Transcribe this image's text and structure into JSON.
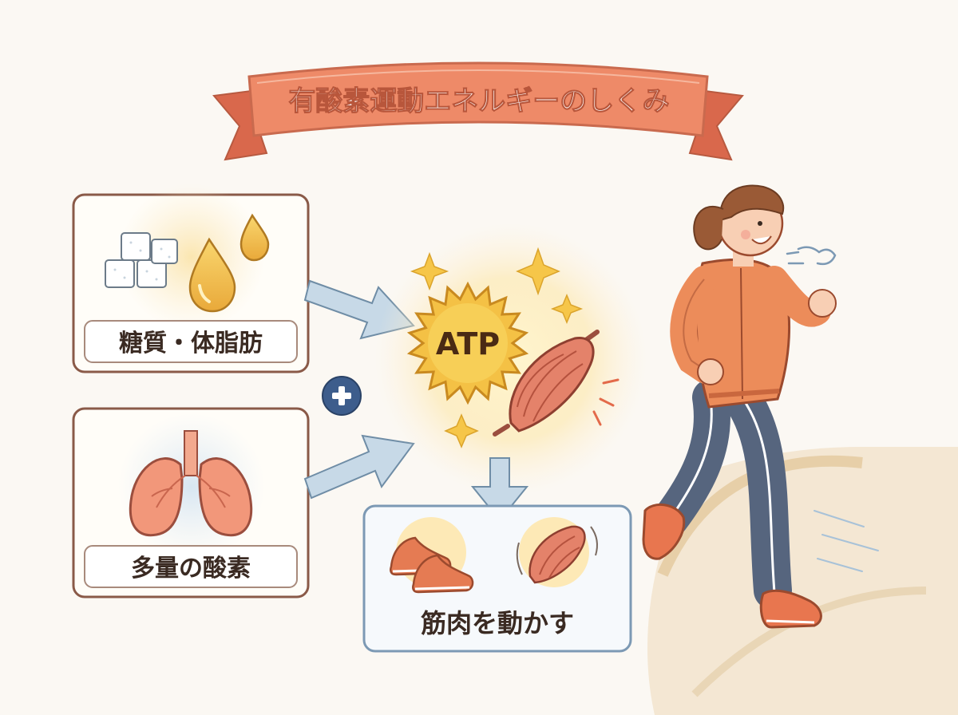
{
  "title": "有酸素運動エネルギーのしくみ",
  "inputs": [
    {
      "label": "糖質・体脂肪",
      "icon": "sugar-cubes-and-oil-drops-icon"
    },
    {
      "label": "多量の酸素",
      "icon": "lungs-icon"
    }
  ],
  "plus_symbol": "+",
  "center": {
    "label": "ATP",
    "icon": "muscle-icon"
  },
  "output": {
    "label": "筋肉を動かす",
    "icons": [
      "running-shoes-icon",
      "muscle-icon"
    ]
  },
  "colors": {
    "ribbon": "#ee8a68",
    "ribbon_dark": "#d9684c",
    "box_border": "#8a5a48",
    "output_border": "#7c99b4",
    "arrow": "#b8cfe0",
    "plus": "#3d5d8c",
    "atp_star": "#f4c145",
    "jacket": "#ec8c5a",
    "pants": "#56657e"
  }
}
